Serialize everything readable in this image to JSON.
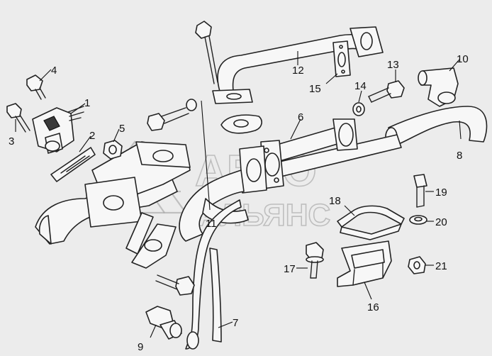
{
  "watermark": {
    "line1": "АВТО",
    "line2": "АЛЬЯНС"
  },
  "callouts": [
    {
      "id": 1,
      "label": "1"
    },
    {
      "id": 2,
      "label": "2"
    },
    {
      "id": 3,
      "label": "3"
    },
    {
      "id": 4,
      "label": "4"
    },
    {
      "id": 5,
      "label": "5"
    },
    {
      "id": 6,
      "label": "6"
    },
    {
      "id": 7,
      "label": "7"
    },
    {
      "id": 8,
      "label": "8"
    },
    {
      "id": 9,
      "label": "9"
    },
    {
      "id": 10,
      "label": "10"
    },
    {
      "id": 11,
      "label": "11"
    },
    {
      "id": 12,
      "label": "12"
    },
    {
      "id": 13,
      "label": "13"
    },
    {
      "id": 14,
      "label": "14"
    },
    {
      "id": 15,
      "label": "15"
    },
    {
      "id": 16,
      "label": "16"
    },
    {
      "id": 17,
      "label": "17"
    },
    {
      "id": 18,
      "label": "18"
    },
    {
      "id": 19,
      "label": "19"
    },
    {
      "id": 20,
      "label": "20"
    },
    {
      "id": 21,
      "label": "21"
    }
  ]
}
